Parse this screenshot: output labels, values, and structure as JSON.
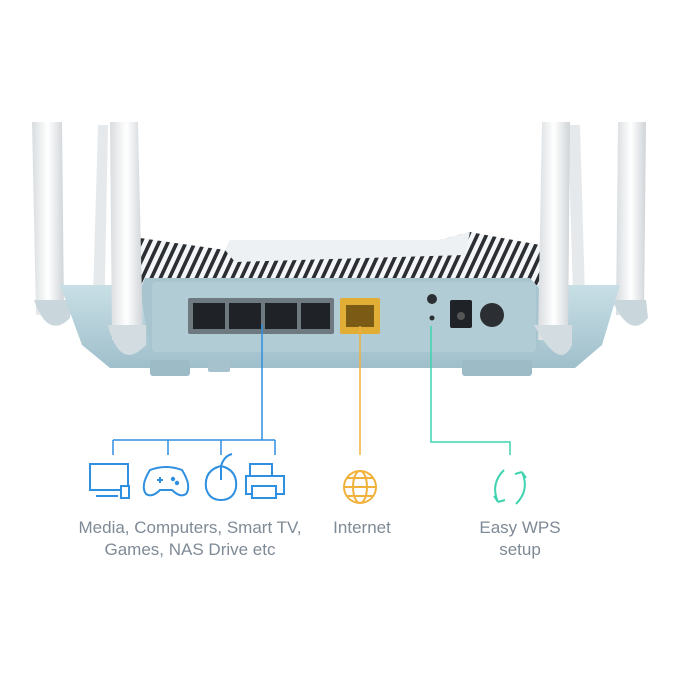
{
  "captions": {
    "devices": {
      "line1": "Media, Computers, Smart TV,",
      "line2": "Games, NAS Drive etc"
    },
    "internet": {
      "line1": "Internet"
    },
    "wps": {
      "line1": "Easy WPS",
      "line2": "setup"
    }
  },
  "icons": {
    "devices": [
      "monitor-icon",
      "gamepad-icon",
      "mouse-icon",
      "printer-icon"
    ],
    "internet": "globe-icon",
    "wps": "sync-arrows-icon"
  },
  "colors": {
    "lan_line": "#2f8fe0",
    "wan_line": "#f0b23c",
    "wps_line": "#3fd3b0",
    "router_body": "#b9d3dc",
    "router_top": "#eef1f3"
  }
}
